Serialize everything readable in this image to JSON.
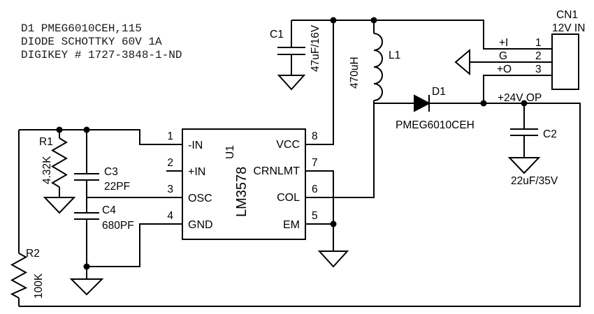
{
  "notes": {
    "line1": "D1 PMEG6010CEH,115",
    "line2": "DIODE SCHOTTKY 60V 1A",
    "line3": "DIGIKEY # 1727-3848-1-ND"
  },
  "nets": {
    "output_label": "+24V OP"
  },
  "components": {
    "c1": {
      "ref": "C1",
      "value": "47uF/16V"
    },
    "c2": {
      "ref": "C2",
      "value": "22uF/35V"
    },
    "c3": {
      "ref": "C3",
      "value": "22PF"
    },
    "c4": {
      "ref": "C4",
      "value": "680PF"
    },
    "r1": {
      "ref": "R1",
      "value": "4.32K"
    },
    "r2": {
      "ref": "R2",
      "value": "100K"
    },
    "l1": {
      "ref": "L1",
      "value": "470uH"
    },
    "d1": {
      "ref": "D1",
      "value": "PMEG6010CEH"
    },
    "u1": {
      "ref": "U1",
      "value": "LM3578",
      "pins_left": [
        {
          "num": "1",
          "name": "-IN"
        },
        {
          "num": "2",
          "name": "+IN"
        },
        {
          "num": "3",
          "name": "OSC"
        },
        {
          "num": "4",
          "name": "GND"
        }
      ],
      "pins_right": [
        {
          "num": "8",
          "name": "VCC"
        },
        {
          "num": "7",
          "name": "CRNLMT"
        },
        {
          "num": "6",
          "name": "COL"
        },
        {
          "num": "5",
          "name": "EM"
        }
      ]
    },
    "cn1": {
      "ref": "CN1",
      "value": "12V IN",
      "pins": [
        {
          "num": "1",
          "name": "+I"
        },
        {
          "num": "2",
          "name": "G"
        },
        {
          "num": "3",
          "name": "+O"
        }
      ]
    }
  },
  "colors": {
    "background": "#ffffff",
    "line": "#000000",
    "text": "#000000"
  }
}
